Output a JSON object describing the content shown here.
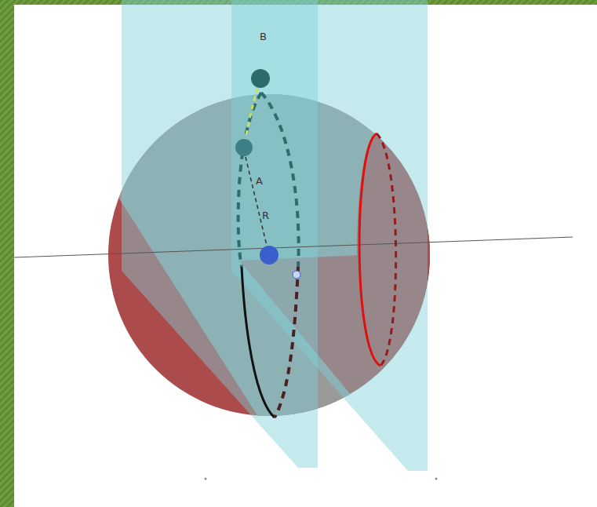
{
  "diagram": {
    "labels": [
      "B",
      "A",
      "R"
    ]
  }
}
